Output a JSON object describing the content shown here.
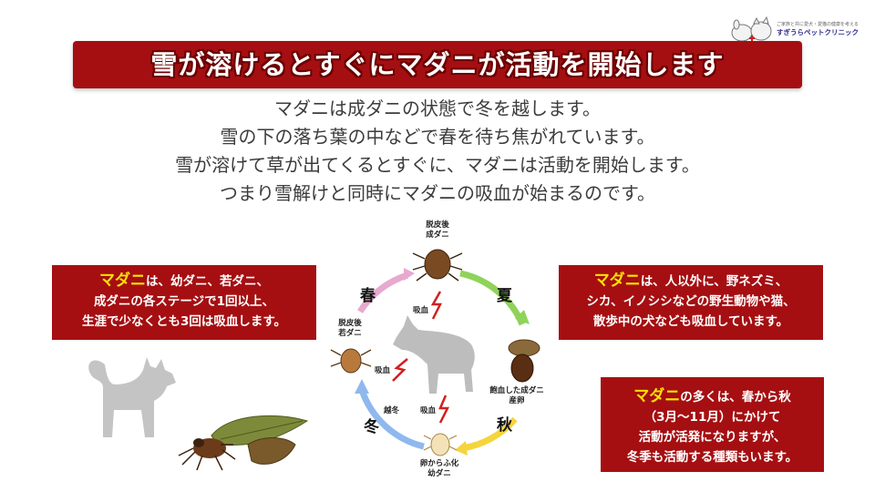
{
  "logo": {
    "tagline": "ご家族と共に愛犬・愛猫の健康を考える",
    "clinic_name": "すぎうらペットクリニック"
  },
  "title": "雪が溶けるとすぐにマダニが活動を開始します",
  "intro_lines": [
    "マダニは成ダニの状態で冬を越します。",
    "雪の下の落ち葉の中などで春を待ち焦がれています。",
    "雪が溶けて草が出てくるとすぐに、マダニは活動を開始します。",
    "つまり雪解けと同時にマダニの吸血が始まるのです。"
  ],
  "box_left": {
    "highlight": "マダニ",
    "line1_rest": "は、幼ダニ、若ダニ、",
    "line2": "成ダニの各ステージで1回以上、",
    "line3": "生涯で少なくとも3回は吸血します。"
  },
  "box_right_top": {
    "highlight": "マダニ",
    "line1_rest": "は、人以外に、野ネズミ、",
    "line2": "シカ、イノシシなどの野生動物や猫、",
    "line3": "散歩中の犬なども吸血しています。"
  },
  "box_right_bottom": {
    "highlight": "マダニ",
    "line1_rest": "の多くは、春から秋",
    "line2": "（3月〜11月）にかけて",
    "line3": "活動が活発になりますが、",
    "line4": "冬季も活動する種類もいます。"
  },
  "cycle": {
    "seasons": {
      "spring": "春",
      "summer": "夏",
      "autumn": "秋",
      "winter": "冬"
    },
    "stage_top": [
      "脱皮後",
      "成ダニ"
    ],
    "stage_left": [
      "脱皮後",
      "若ダニ"
    ],
    "stage_right": [
      "飽血した成ダニ",
      "産卵"
    ],
    "stage_bottom": [
      "卵からふ化",
      "幼ダニ"
    ],
    "blood_label": "吸血",
    "overwinter_label": "越冬"
  },
  "colors": {
    "title_bg": "#a50f12",
    "box_bg": "#a50f12",
    "highlight": "#ffe100",
    "arrow_spring": "#e7a9cf",
    "arrow_summer": "#8fd35a",
    "arrow_autumn": "#f5d43c",
    "arrow_winter": "#8fb8ee"
  }
}
